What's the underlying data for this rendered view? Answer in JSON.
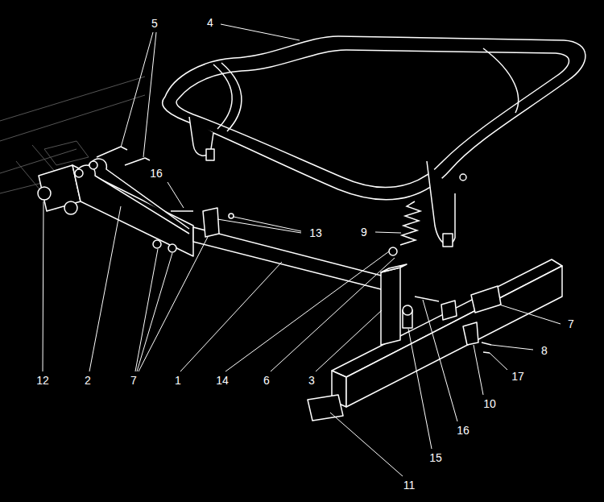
{
  "diagram": {
    "labels": [
      "5",
      "4",
      "16",
      "13",
      "9",
      "7",
      "8",
      "17",
      "10",
      "12",
      "2",
      "7",
      "1",
      "14",
      "6",
      "3",
      "16",
      "15",
      "11"
    ]
  }
}
